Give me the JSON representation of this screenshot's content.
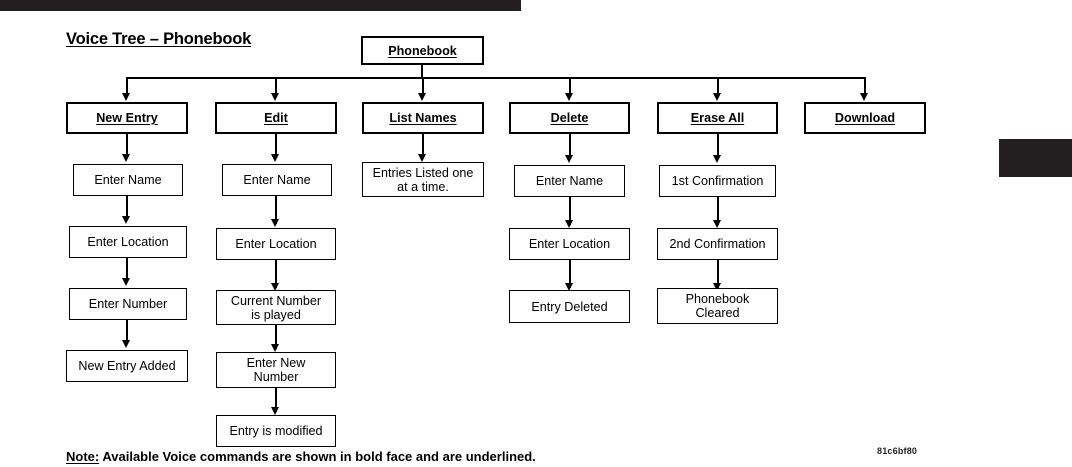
{
  "document": {
    "title": "Voice Tree – Phonebook",
    "doc_code": "81c6bf80",
    "note_prefix": "Note:",
    "note_text": " Available Voice commands are shown in bold face and are underlined."
  },
  "diagram_data": {
    "type": "tree",
    "root": {
      "label": "Phonebook",
      "voice_command": true
    },
    "branches": [
      {
        "command": "New Entry",
        "steps": [
          "Enter Name",
          "Enter Location",
          "Enter Number",
          "New Entry Added"
        ]
      },
      {
        "command": "Edit",
        "steps": [
          "Enter Name",
          "Enter Location",
          "Current Number\nis played",
          "Enter New\nNumber",
          "Entry is modified"
        ]
      },
      {
        "command": "List Names",
        "steps": [
          "Entries Listed one\nat a time."
        ]
      },
      {
        "command": "Delete",
        "steps": [
          "Enter Name",
          "Enter Location",
          "Entry Deleted"
        ]
      },
      {
        "command": "Erase All",
        "steps": [
          "1st Confirmation",
          "2nd Confirmation",
          "Phonebook\nCleared"
        ]
      },
      {
        "command": "Download",
        "steps": []
      }
    ]
  },
  "colors": {
    "ink": "#000000",
    "bar": "#231f20",
    "paper": "#ffffff"
  }
}
